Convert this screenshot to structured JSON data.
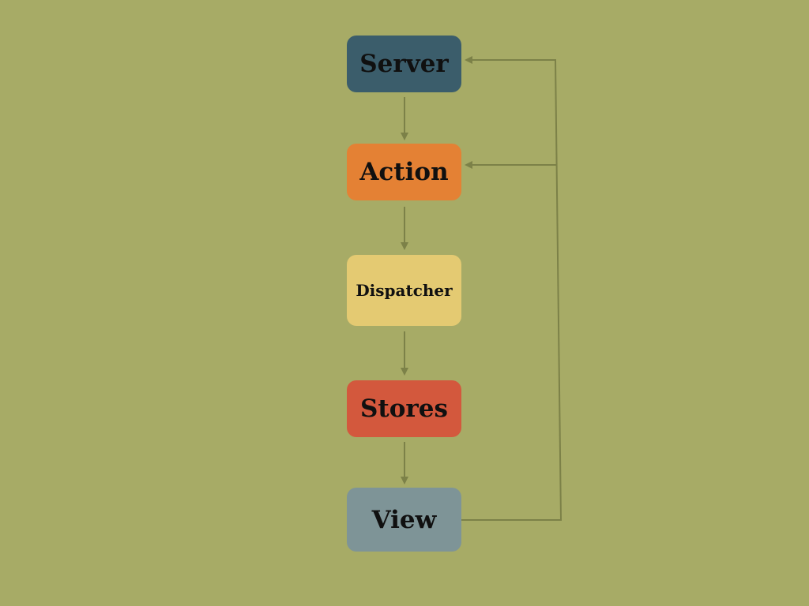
{
  "diagram": {
    "nodes": [
      {
        "id": "server",
        "label": "Server",
        "color": "#3b5d6b"
      },
      {
        "id": "action",
        "label": "Action",
        "color": "#e48134"
      },
      {
        "id": "dispatcher",
        "label": "Dispatcher",
        "color": "#e4ca72"
      },
      {
        "id": "stores",
        "label": "Stores",
        "color": "#d3583d"
      },
      {
        "id": "view",
        "label": "View",
        "color": "#7e9497"
      }
    ],
    "edges": [
      {
        "from": "server",
        "to": "action"
      },
      {
        "from": "action",
        "to": "dispatcher"
      },
      {
        "from": "dispatcher",
        "to": "stores"
      },
      {
        "from": "stores",
        "to": "view"
      },
      {
        "from": "view",
        "to": "server"
      },
      {
        "from": "view",
        "to": "action"
      }
    ],
    "edge_color": "#7c8148"
  }
}
